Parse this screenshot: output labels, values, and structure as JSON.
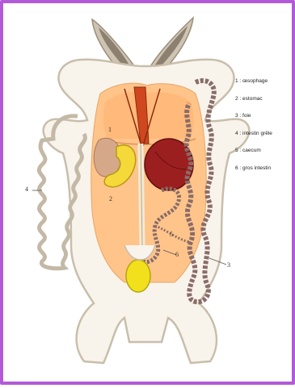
{
  "legend": [
    {
      "num": "1",
      "text": "œsophage"
    },
    {
      "num": "2",
      "text": "estomac"
    },
    {
      "num": "3",
      "text": "foie"
    },
    {
      "num": "4",
      "text": "intestin grêle"
    },
    {
      "num": "5",
      "text": "caecum"
    },
    {
      "num": "6",
      "text": "gros intestin"
    }
  ],
  "diagram_labels": {
    "esophagus": "1",
    "stomach": "2",
    "cecum": "5",
    "small_intestine": "4",
    "large_intestine": "6",
    "colon_curl": "3"
  },
  "colors": {
    "frame": "#b35ad8",
    "body_outline": "#c8beab",
    "body_cavity": "#ffc48a",
    "esophagus": "#d0461e",
    "stomach": "#f5d93b",
    "liver": "#9c1f1f",
    "intestine": "#8a6c68",
    "bladder": "#f2e01c"
  }
}
